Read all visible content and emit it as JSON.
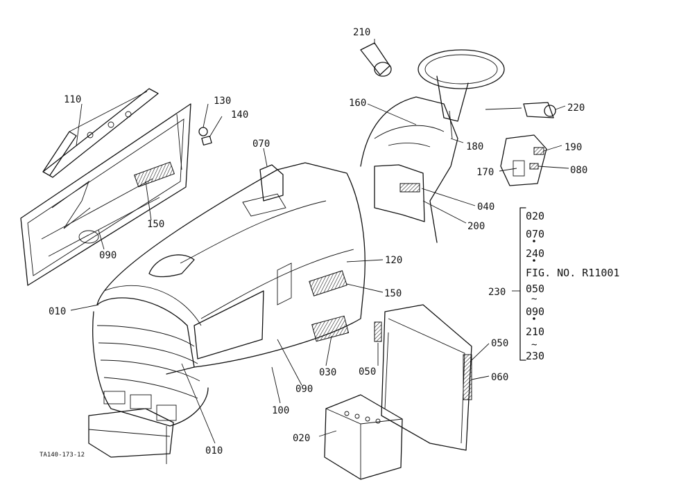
{
  "labels": {
    "p010a": "010",
    "p010b": "010",
    "p020": "020",
    "p030": "030",
    "p040": "040",
    "p050a": "050",
    "p050b": "050",
    "p060": "060",
    "p070": "070",
    "p080": "080",
    "p090a": "090",
    "p090b": "090",
    "p100": "100",
    "p110": "110",
    "p120": "120",
    "p130": "130",
    "p140": "140",
    "p150a": "150",
    "p150b": "150",
    "p160": "160",
    "p170": "170",
    "p180": "180",
    "p190": "190",
    "p200": "200",
    "p210": "210",
    "p220": "220",
    "p230": "230"
  },
  "bracket_list": {
    "l1": "020",
    "l2": "070",
    "l3": "240",
    "l4": "FIG. NO. R11001",
    "l5": "050",
    "l6": "090",
    "l7": "210",
    "l8": "230"
  },
  "drawing_code": "TA140-173-12"
}
